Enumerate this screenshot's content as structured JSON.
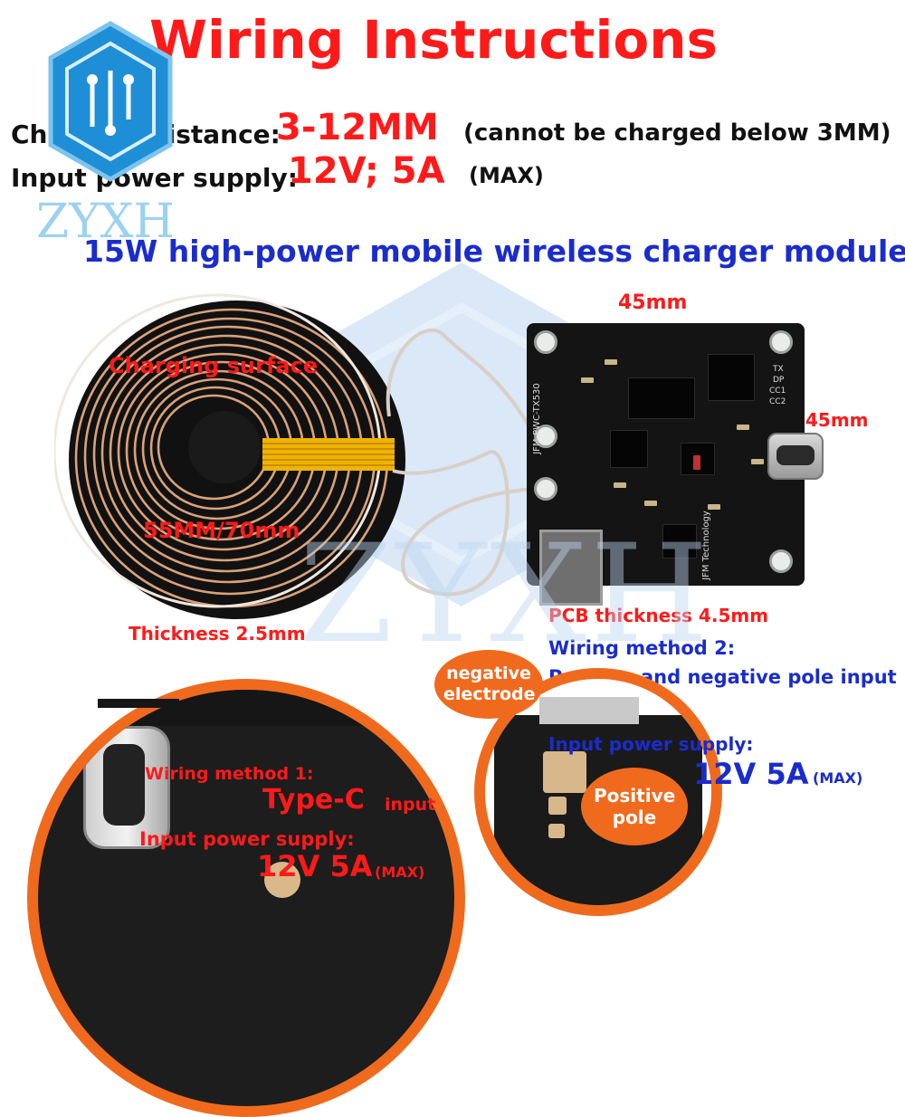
{
  "header": {
    "title": "Wiring Instructions",
    "distance_label": "Charging distance:",
    "distance_value": "3-12MM",
    "distance_note": "(cannot be charged below 3MM)",
    "power_label": "Input power supply:",
    "power_value": "12V; 5A",
    "power_note": "(MAX)"
  },
  "brand": {
    "name": "ZYXH"
  },
  "subtitle": "15W high-power mobile wireless charger module",
  "coil": {
    "surface_label": "Charging surface",
    "size_label": "55MM/70mm",
    "thickness_label": "Thickness 2.5mm"
  },
  "pcb": {
    "width_label": "45mm",
    "height_label": "45mm",
    "thickness_label": "PCB thickness 4.5mm",
    "silk_model": "JFM-PWC-TX530",
    "silk_brand": "JFM Technology",
    "pin_labels": [
      "TX",
      "DP",
      "CC1",
      "CC2"
    ]
  },
  "method1": {
    "title": "Wiring method 1:",
    "type_main": "Type-C",
    "type_suffix": "input",
    "power_label": "Input power supply:",
    "power_value": "12V 5A",
    "power_note": "(MAX)"
  },
  "method2": {
    "title": "Wiring method 2:",
    "desc": "Positive and negative pole input",
    "power_label": "Input power supply:",
    "power_value": "12V 5A",
    "power_note": "(MAX)",
    "negative_label": "negative electrode",
    "positive_label": "Positive pole"
  },
  "colors": {
    "title_red": "#ff1a1a",
    "label_blue": "#1a2ccc",
    "accent_orange": "#f06a1e",
    "coil_copper": "#c58a55"
  }
}
